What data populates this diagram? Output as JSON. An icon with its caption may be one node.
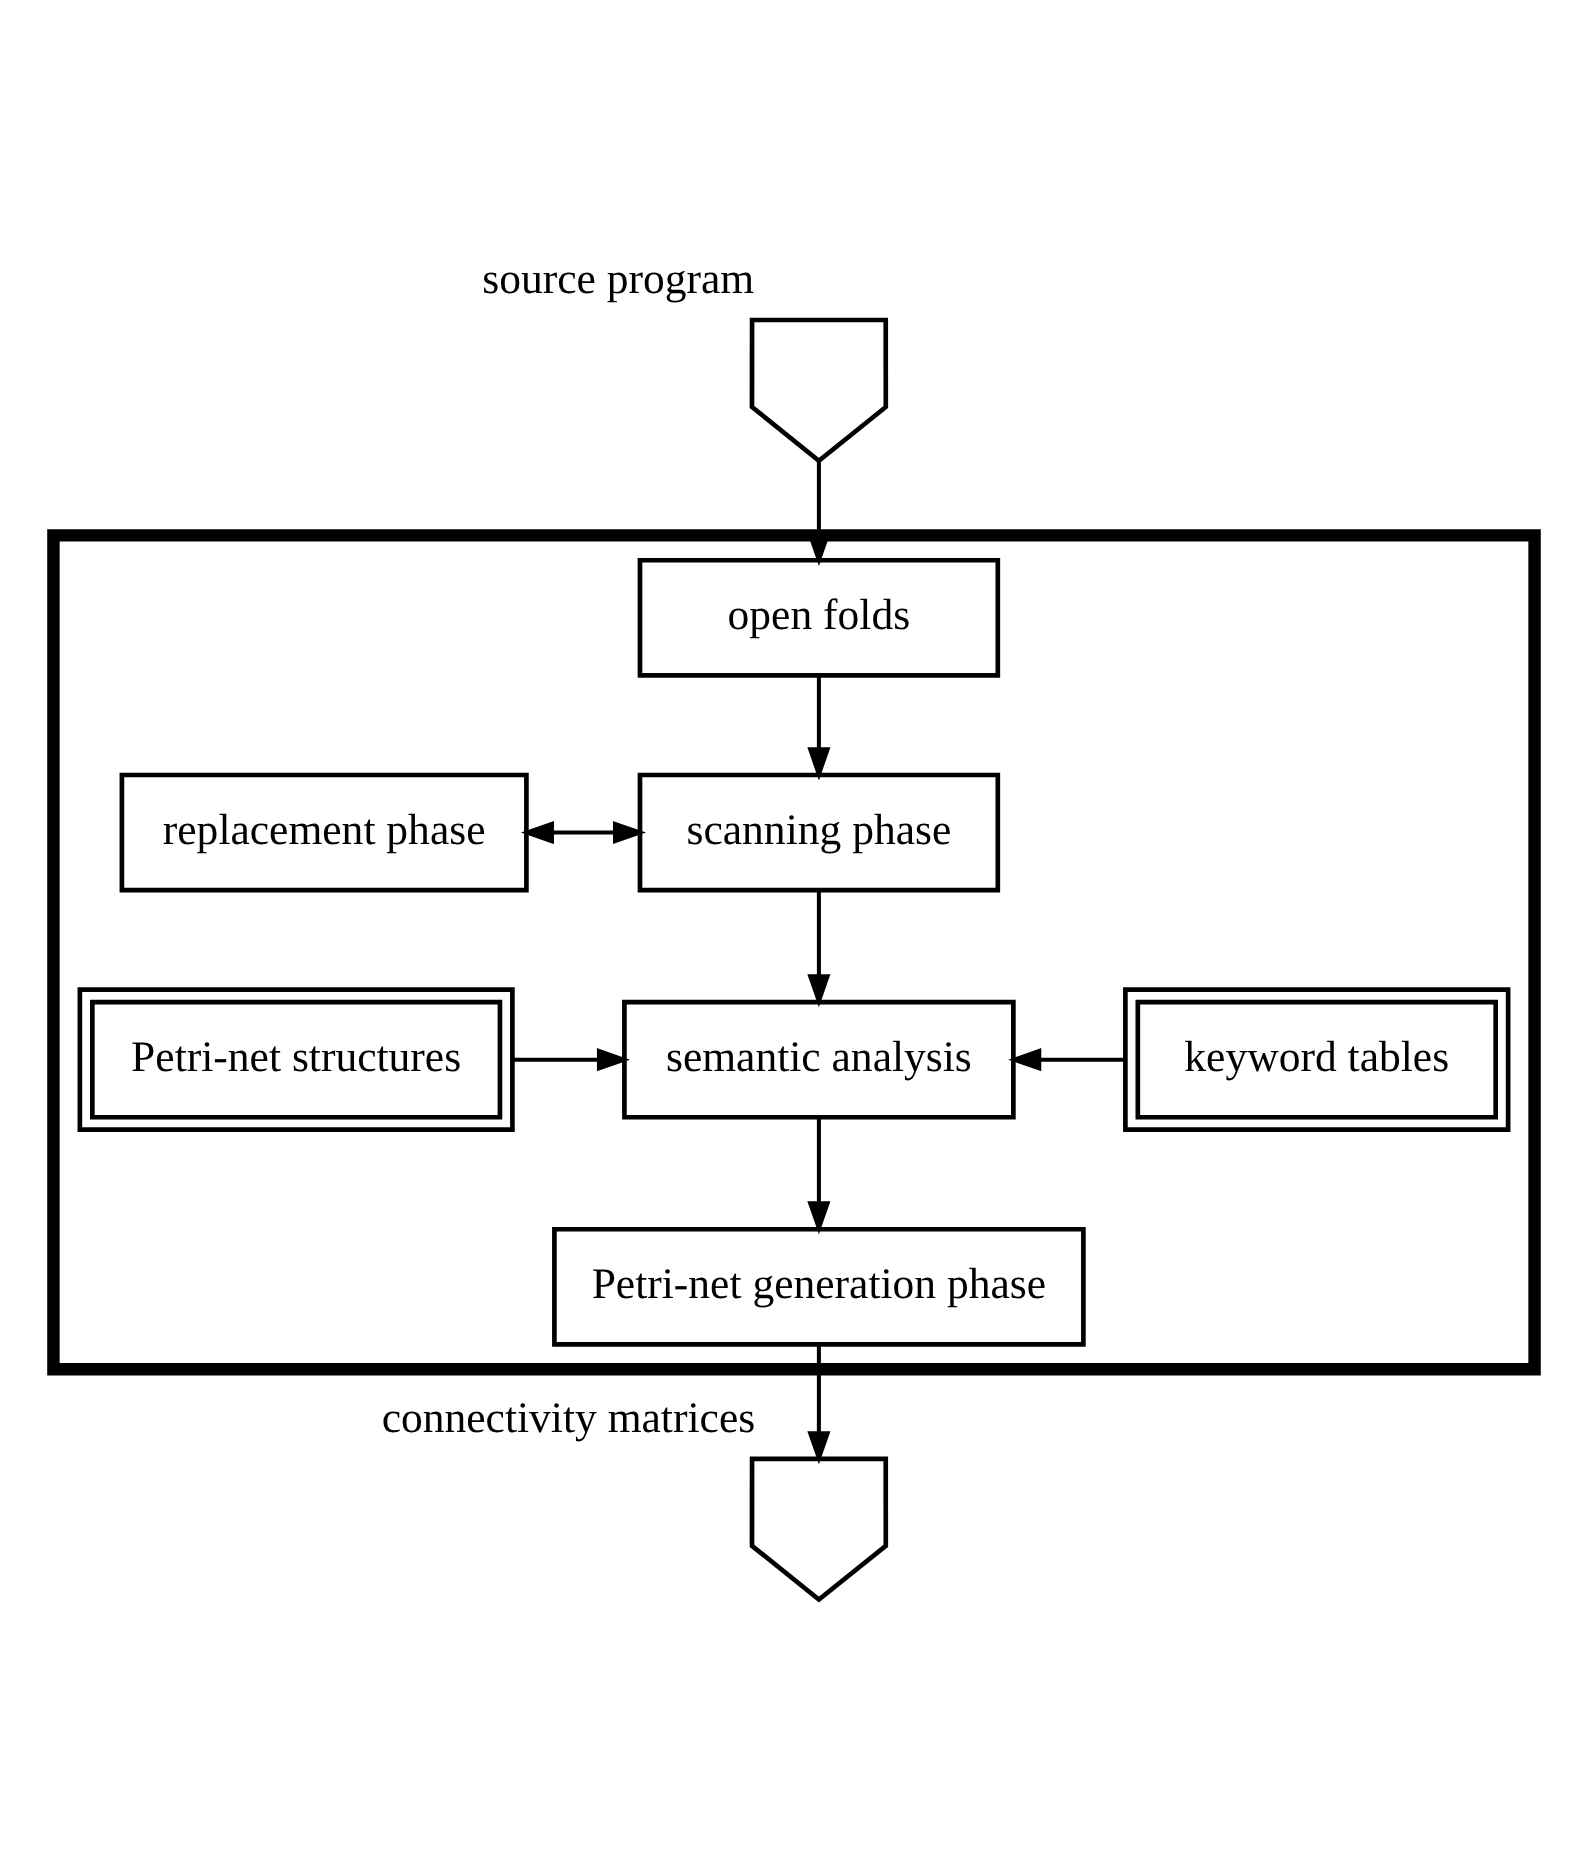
{
  "diagram": {
    "nodes": [
      {
        "text": [],
        "shape": "tape",
        "beside": [
          "source program"
        ]
      },
      {
        "text": [],
        "shape": "box"
      },
      {
        "text": [
          "open folds"
        ],
        "in": 1
      },
      {
        "text": [
          "replacement phase"
        ],
        "in": 1
      },
      {
        "text": [
          "scanning phase"
        ],
        "in": 1
      },
      {
        "text": [
          "Petri-net structures"
        ],
        "in": 1
      },
      {
        "text": [
          "semantic analysis"
        ],
        "in": 1
      },
      {
        "text": [
          "keyword tables"
        ],
        "in": 1
      },
      {
        "text": [
          "Petri-net generation phase"
        ],
        "in": 1
      },
      {
        "text": [],
        "shape": "tape",
        "beside": [
          "connectivity matrices"
        ]
      }
    ],
    "edges": [
      {
        "from": 0,
        "to": 2,
        "arrow": "to"
      },
      {
        "from": 2,
        "to": 4,
        "arrow": "to"
      },
      {
        "from": 3,
        "to": 4,
        "arrow": "both"
      },
      {
        "from": 4,
        "to": 6,
        "arrow": "to"
      },
      {
        "from": 5,
        "to": 6,
        "arrow": "to"
      },
      {
        "from": 7,
        "to": 6,
        "arrow": "to"
      },
      {
        "from": 6,
        "to": 8,
        "arrow": "to"
      },
      {
        "from": 8,
        "to": 9,
        "arrow": "to"
      }
    ]
  }
}
